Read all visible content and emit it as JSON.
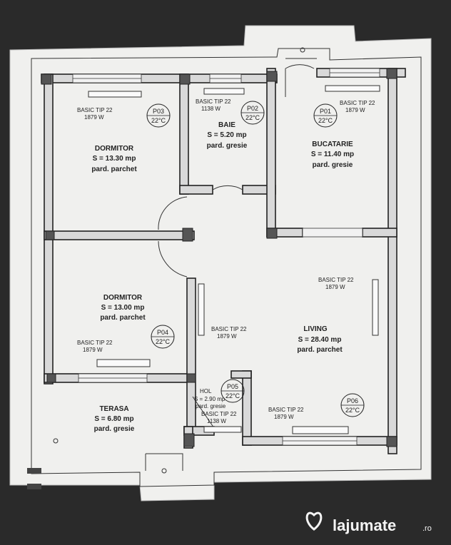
{
  "rooms": [
    {
      "id": "dormitor-1",
      "name": "DORMITOR",
      "area": "S = 13.30 mp",
      "floor": "pard. parchet"
    },
    {
      "id": "baie",
      "name": "BAIE",
      "area": "S = 5.20 mp",
      "floor": "pard. gresie"
    },
    {
      "id": "bucatarie",
      "name": "BUCATARIE",
      "area": "S = 11.40 mp",
      "floor": "pard. gresie"
    },
    {
      "id": "dormitor-2",
      "name": "DORMITOR",
      "area": "S = 13.00 mp",
      "floor": "pard. parchet"
    },
    {
      "id": "living",
      "name": "LIVING",
      "area": "S = 28.40 mp",
      "floor": "pard. parchet"
    },
    {
      "id": "terasa",
      "name": "TERASA",
      "area": "S = 6.80 mp",
      "floor": "pard. gresie"
    },
    {
      "id": "hol",
      "name": "HOL",
      "area": "S = 2.90 mp",
      "floor": "pard. gresie"
    }
  ],
  "radiators": [
    {
      "id": "r1",
      "model": "BASIC TIP 22",
      "power": "1879 W"
    },
    {
      "id": "r2",
      "model": "BASIC TIP 22",
      "power": "1138 W"
    },
    {
      "id": "r3",
      "model": "BASIC TIP 22",
      "power": "1879 W"
    },
    {
      "id": "r4",
      "model": "BASIC TIP 22",
      "power": "1879 W"
    },
    {
      "id": "r5",
      "model": "BASIC TIP 22",
      "power": "1879 W"
    },
    {
      "id": "r6",
      "model": "BASIC TIP 22",
      "power": "1879 W"
    },
    {
      "id": "r7",
      "model": "BASIC TIP 22",
      "power": "1138 W"
    },
    {
      "id": "r8",
      "model": "BASIC TIP 22",
      "power": "1879 W"
    }
  ],
  "tags": [
    {
      "code": "P03",
      "temp": "22°C"
    },
    {
      "code": "P02",
      "temp": "22°C"
    },
    {
      "code": "P01",
      "temp": "22°C"
    },
    {
      "code": "P04",
      "temp": "22°C"
    },
    {
      "code": "P05",
      "temp": "22°C"
    },
    {
      "code": "P06",
      "temp": "22°C"
    }
  ],
  "watermark": {
    "brand": "lajumate",
    "tld": ".ro"
  },
  "colors": {
    "paper": "#f0f0ee",
    "wall_fill": "#d9d9d9",
    "ink": "#222222",
    "background": "#2a2a2a"
  }
}
